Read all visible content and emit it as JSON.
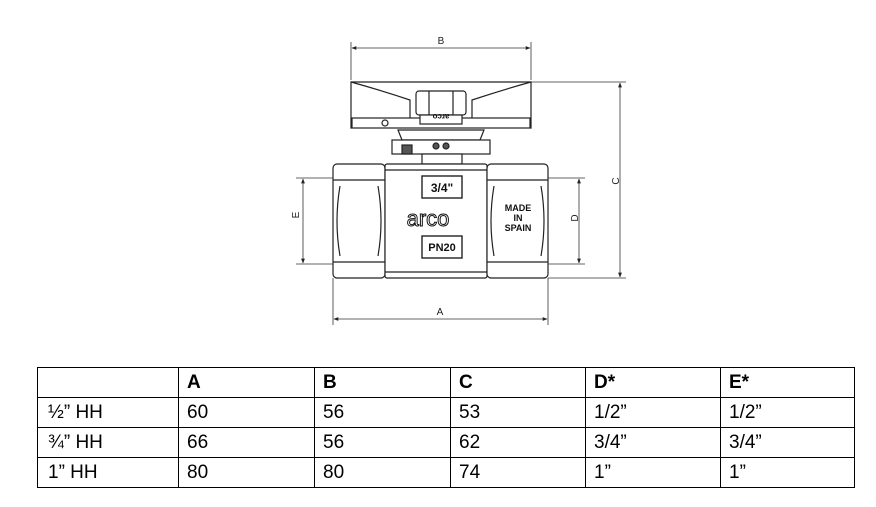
{
  "drawing": {
    "dimension_labels": {
      "a": "A",
      "b": "B",
      "c": "C",
      "d": "D",
      "e": "E"
    },
    "markings": {
      "size": "3/4\"",
      "brand": "arco",
      "brand_handle": "arco",
      "pressure": "PN20",
      "origin_line1": "MADE",
      "origin_line2": "IN",
      "origin_line3": "SPAIN"
    }
  },
  "table": {
    "headers": [
      "",
      "A",
      "B",
      "C",
      "D*",
      "E*"
    ],
    "rows": [
      [
        "½” HH",
        "60",
        "56",
        "53",
        "1/2”",
        "1/2”"
      ],
      [
        "¾” HH",
        "66",
        "56",
        "62",
        "3/4”",
        "3/4”"
      ],
      [
        "1” HH",
        "80",
        "80",
        "74",
        "1”",
        "1”"
      ]
    ]
  }
}
